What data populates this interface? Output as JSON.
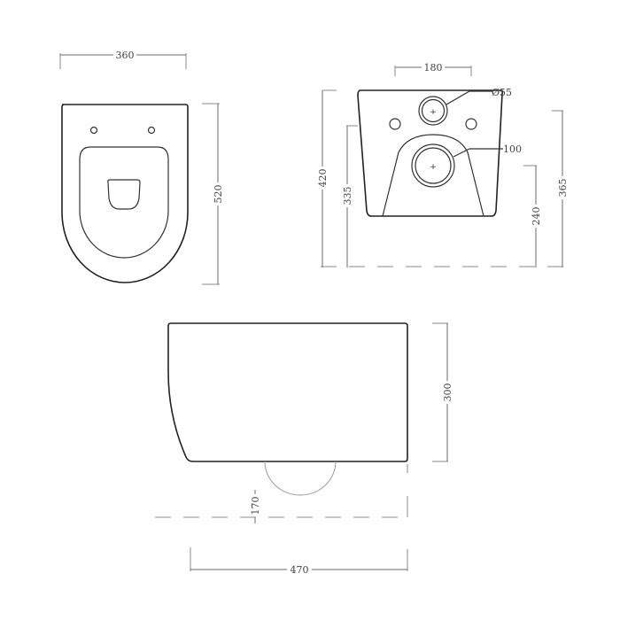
{
  "drawing": {
    "top_view": {
      "width_label": "360",
      "length_label": "520"
    },
    "rear_view": {
      "spacing_label": "180",
      "upper_pipe_label": "Ø55",
      "lower_pipe_label": "100",
      "total_height_label": "420",
      "body_height_label": "335",
      "outlet_height_label": "240",
      "upper_height_label": "365"
    },
    "side_view": {
      "height_label": "300",
      "gap_label": "170",
      "depth_label": "470"
    }
  }
}
